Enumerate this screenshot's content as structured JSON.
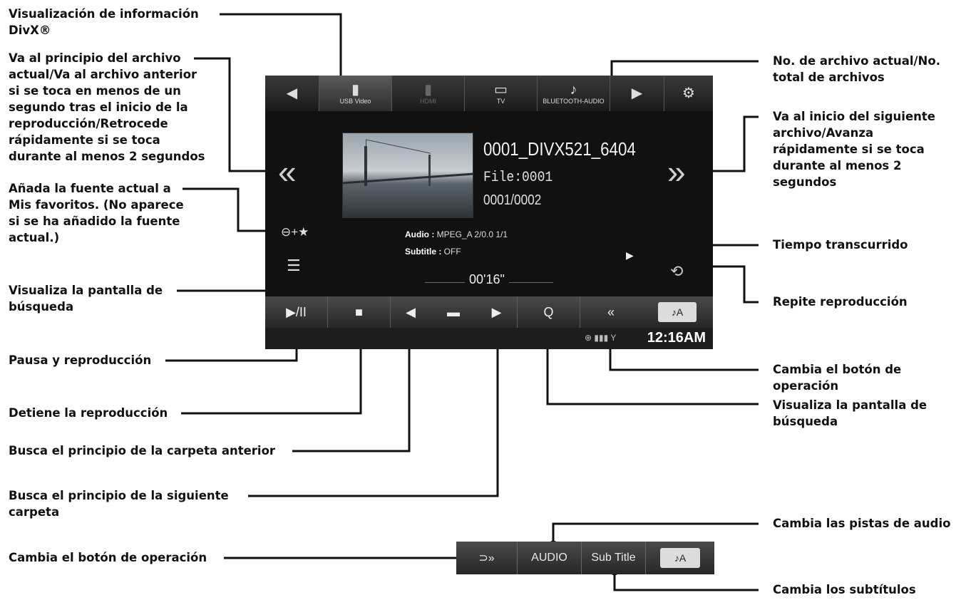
{
  "screen": {
    "top_tabs": [
      {
        "label": "",
        "icon": "◀"
      },
      {
        "label": "USB Video",
        "icon": "▮"
      },
      {
        "label": "HDMI",
        "icon": "▮"
      },
      {
        "label": "TV",
        "icon": "▭"
      },
      {
        "label": "BLUETOOTH-AUDIO",
        "icon": "♪"
      },
      {
        "label": "",
        "icon": "▶"
      },
      {
        "label": "",
        "icon": "⚙"
      }
    ],
    "file_name": "0001_DIVX521_6404",
    "file_no": "File:0001",
    "file_count": "0001/0002",
    "audio_label": "Audio :",
    "audio_value": "MPEG_A  2/0.0  1/1",
    "subtitle_label": "Subtitle :",
    "subtitle_value": "OFF",
    "elapsed": "00'16\"",
    "prev_icon": "«",
    "next_icon": "»",
    "favorite_icon": "⊖+★",
    "list_icon": "☰",
    "play_indicator": "▶",
    "repeat_icon": "⟲",
    "bottom_buttons": [
      {
        "icon": "▶/II"
      },
      {
        "icon": "■"
      },
      {
        "icon": "◀"
      },
      {
        "icon": "▬"
      },
      {
        "icon": "▶"
      },
      {
        "icon": "Q"
      },
      {
        "icon": "«"
      },
      {
        "icon": "♪A"
      }
    ],
    "status_icons": "⊕ ▮▮▮ Y",
    "clock": "12:16AM"
  },
  "minibar": {
    "toggle_icon": "⊃»",
    "audio_label": "AUDIO",
    "subtitle_label": "Sub Title",
    "music_icon": "♪A"
  },
  "annotations": {
    "divx_info": "Visualización de información\nDivX®",
    "prev_file": "Va al principio del archivo\nactual/Va al archivo anterior\nsi se toca en menos de un\nsegundo tras el inicio de la\nreproducción/Retrocede\nrápidamente si se toca\ndurante al menos 2 segundos",
    "add_favorite": "Añada la fuente actual a\nMis favoritos. (No aparece\nsi se ha añadido la fuente\nactual.)",
    "search_screen_left": "Visualiza la pantalla de\nbúsqueda",
    "pause_play": "Pausa y reproducción",
    "stop": "Detiene la reproducción",
    "prev_folder": "Busca el principio de la carpeta anterior",
    "next_folder": "Busca el principio de la siguiente\ncarpeta",
    "change_op_bottom": "Cambia el botón de operación",
    "file_number": "No. de archivo actual/No.\ntotal de archivos",
    "next_file": "Va al inicio del siguiente\narchivo/Avanza\nrápidamente si se toca\ndurante al menos 2\nsegundos",
    "elapsed_time": "Tiempo transcurrido",
    "repeat": "Repite reproducción",
    "change_op_right": "Cambia el botón de\noperación",
    "search_screen_right": "Visualiza la pantalla de\nbúsqueda",
    "audio_tracks": "Cambia las pistas de audio",
    "subtitles": "Cambia los subtítulos"
  }
}
